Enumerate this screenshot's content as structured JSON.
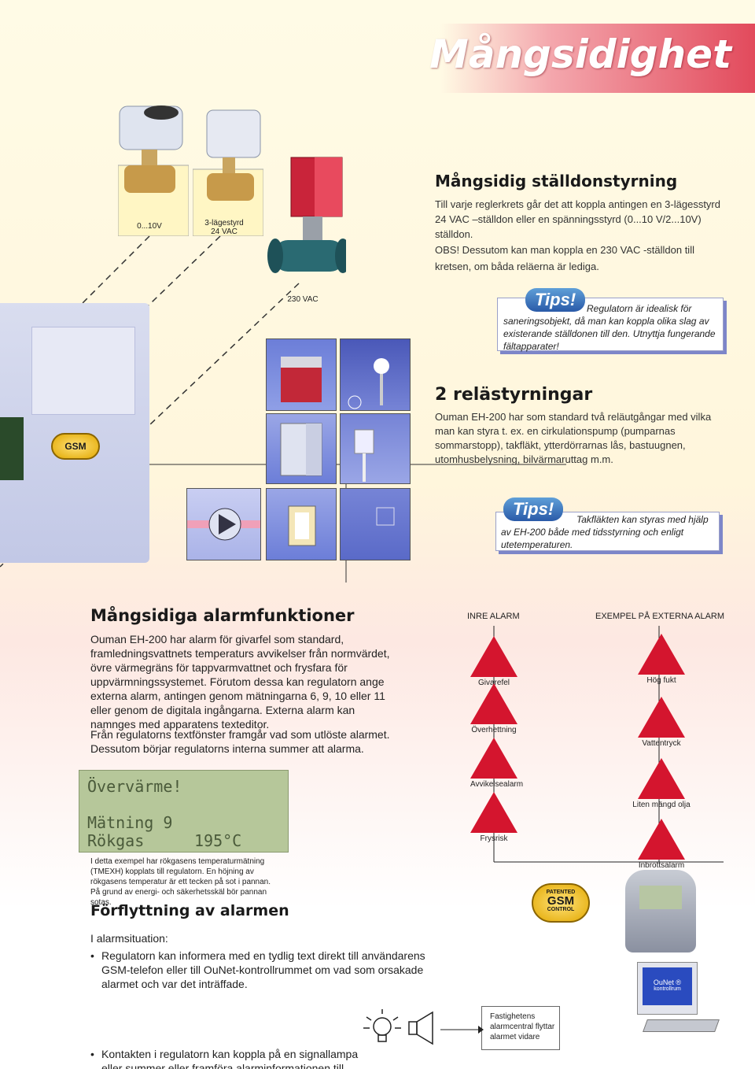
{
  "page_title": "Mångsidighet",
  "section1": {
    "heading": "Mångsidig ställdonstyrning",
    "para1": "Till varje reglerkrets går det att koppla antingen en 3-lägesstyrd 24 VAC –ställdon eller en spänningsstyrd (0...10 V/2...10V) ställdon.",
    "para2": "OBS! Dessutom kan man koppla en 230 VAC -ställdon till kretsen, om båda reläerna är lediga."
  },
  "valve_labels": {
    "v1": "0...10V",
    "v2_line1": "3-lägestyrd",
    "v2_line2": "24 VAC",
    "v3": "230 VAC"
  },
  "tips1": {
    "word": "Tips!",
    "text": "Regulatorn är idealisk för saneringsobjekt, då man kan koppla olika slag av existerande ställdonen till den. Utnyttja fungerande fältapparater!"
  },
  "section2": {
    "heading": "2 relästyrningar",
    "para": "Ouman EH-200 har som standard två reläutgångar med vilka man kan styra t. ex. en cirkulationspump (pumparnas sommarstopp), takfläkt, ytterdörrarnas lås, bastuugnen, utomhusbelysning, bilvärmaruttag m.m."
  },
  "tips2": {
    "word": "Tips!",
    "text": "Takfläkten kan styras med hjälp av EH-200 både med tidsstyrning och enligt utetemperaturen."
  },
  "gsm_badge": {
    "top": "PATENTED",
    "mid": "GSM",
    "bot": "CONTROL"
  },
  "section3": {
    "heading": "Mångsidiga alarmfunktioner",
    "para1": "Ouman EH-200 har alarm för givarfel som standard, framledningsvattnets temperaturs avvikelser från normvärdet, övre värmegräns för tappvarmvattnet och frysfara för uppvärmningssystemet. Förutom dessa kan regulatorn ange externa alarm, antingen genom mätningarna 6, 9, 10 eller 11 eller genom de digitala ingångarna. Externa alarm kan namnges med apparatens texteditor.",
    "para2": "Från regulatorns textfönster framgår vad som utlöste alarmet. Dessutom börjar regulatorns interna summer att alarma."
  },
  "lcd": {
    "line1": "Övervärme!",
    "line2": "Mätning 9",
    "line3_label": "Rökgas",
    "line3_value": "195°C"
  },
  "lcd_caption": "I detta exempel har rökgasens temperaturmätning (TMEXH) kopplats till regulatorn. En höjning av rökgasens temperatur är ett tecken på sot i pannan. På grund av energi- och säkerhetsskäl bör pannan sotas.",
  "inner_alarm": {
    "header": "INRE ALARM",
    "items": [
      "Givarefel",
      "Överhettning",
      "Avvikelsealarm",
      "Frysrisk"
    ]
  },
  "external_alarm": {
    "header": "EXEMPEL PÅ EXTERNA ALARM",
    "items": [
      "Hög fukt",
      "Vattentryck",
      "Liten mängd olja",
      "Inbrottsalarm"
    ]
  },
  "section4": {
    "heading": "Förflyttning av alarmen",
    "intro": "I alarmsituation:",
    "bullet1": "Regulatorn kan informera med en tydlig text direkt till användarens GSM-telefon eller till OuNet-kontrollrummet om vad som orsakade alarmet och var det inträffade.",
    "bullet2": "Kontakten i regulatorn kan koppla på en signallampa eller summer eller framföra alarminformationen till fastighetens alarmcentral."
  },
  "ounet": {
    "brand": "OuNet ®",
    "sub": "kontrollrum"
  },
  "fastighet_box": "Fastighetens alarmcentral flyttar alarmet vidare",
  "colors": {
    "accent_red": "#d4152e",
    "tips_blue": "#2a5aa8",
    "lcd_green": "#b6c79a"
  }
}
